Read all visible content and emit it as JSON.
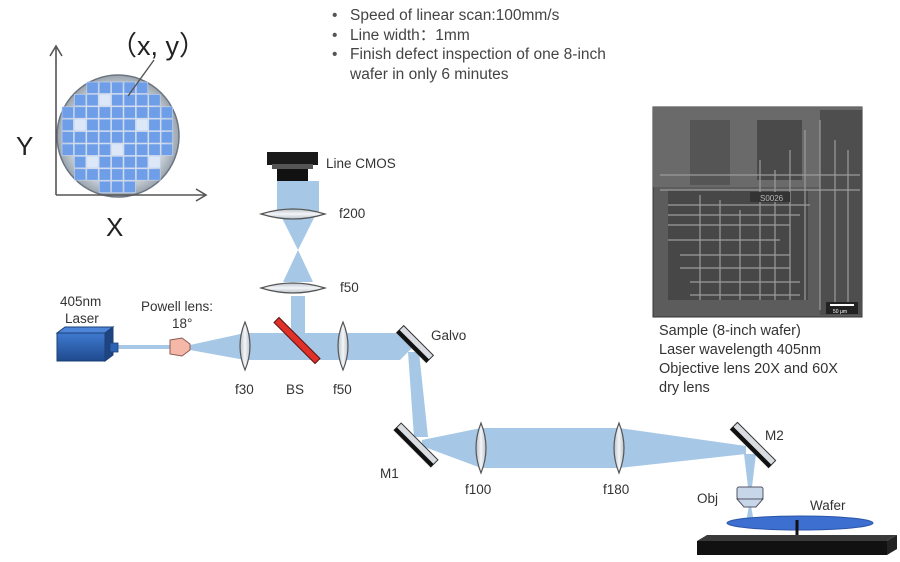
{
  "bullets": [
    "Speed of linear scan:100mm/s",
    "Line width：1mm",
    "Finish defect inspection of one 8-inch wafer in only 6 minutes"
  ],
  "wafer_map": {
    "coord_label": "（x, y）",
    "y_axis": "Y",
    "x_axis": "X"
  },
  "labels": {
    "laser": "405nm",
    "laser_2": "Laser",
    "powell": "Powell lens:",
    "powell_angle": "18°",
    "f30": "f30",
    "bs": "BS",
    "f50_lower": "f50",
    "f50_upper": "f50",
    "f200": "f200",
    "camera": "Line CMOS",
    "galvo": "Galvo",
    "m1": "M1",
    "f100": "f100",
    "f180": "f180",
    "m2": "M2",
    "obj": "Obj",
    "wafer": "Wafer"
  },
  "micrograph": {
    "scale_bar": "50 μm"
  },
  "sample_info": [
    "Sample (8-inch wafer)",
    "Laser wavelength 405nm",
    "Objective lens 20X and 60X",
    "dry lens"
  ],
  "colors": {
    "beam": "#a6c8e6",
    "laser_body": "#2f64b4",
    "wafer_disc": "#3d6fd0",
    "bs_red": "#e0302a",
    "lens_fill": "#dde3ea",
    "grid_blue": "#6f9ee8"
  }
}
